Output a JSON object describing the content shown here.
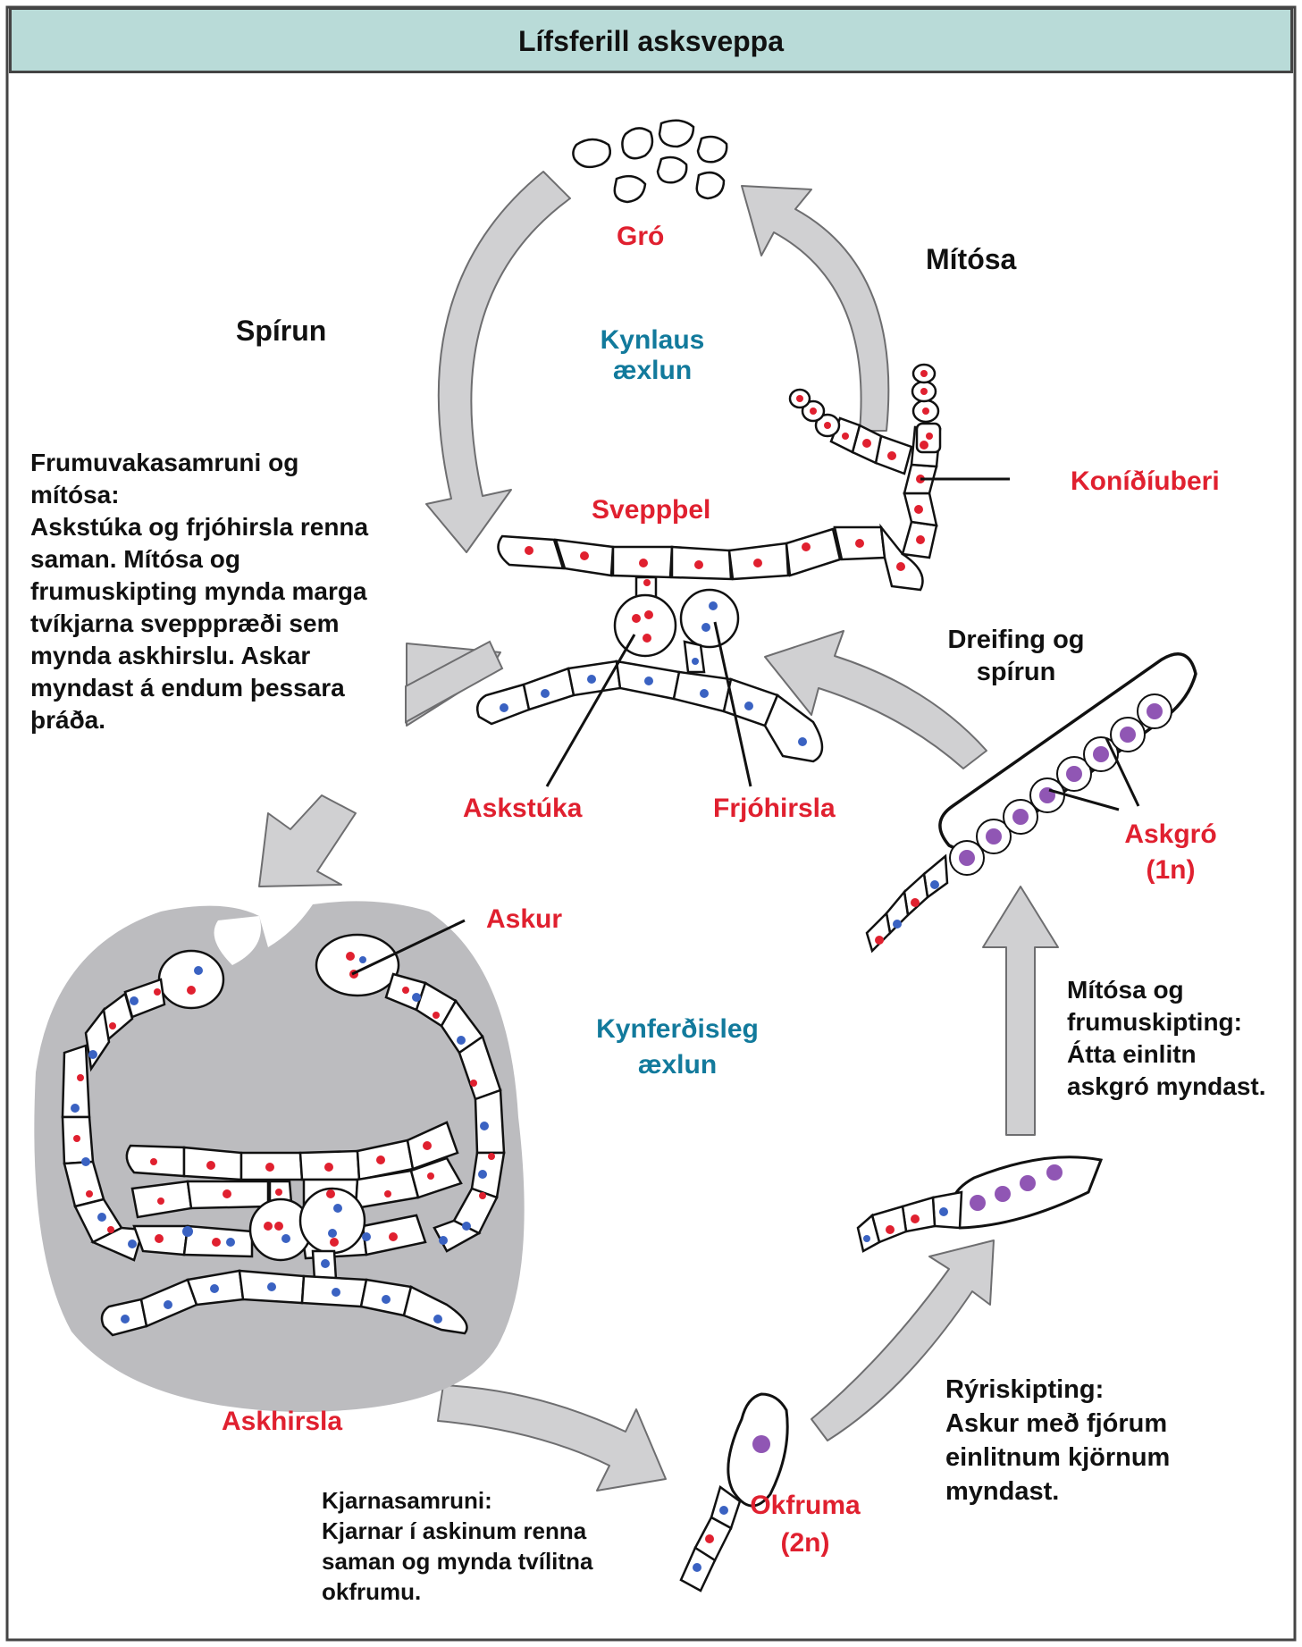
{
  "title": "Lífsferill asksveppa",
  "labels": {
    "gro": "Gró",
    "mitosa": "Mítósa",
    "spirun": "Spírun",
    "kynlaus_1": "Kynlaus",
    "kynlaus_2": "æxlun",
    "svepppel": "Sveppþel",
    "konidiuberi": "Koníðíuberi",
    "askstuka": "Askstúka",
    "frjohirsla": "Frjóhirsla",
    "dreifing_1": "Dreifing og",
    "dreifing_2": "spírun",
    "askgro_1": "Askgró",
    "askgro_2": "(1n)",
    "askur": "Askur",
    "kynferdisleg_1": "Kynferðisleg",
    "kynferdisleg_2": "æxlun",
    "askhirsla": "Askhirsla",
    "okfruma_1": "Okfruma",
    "okfruma_2": "(2n)"
  },
  "descriptions": {
    "frumuvaka": [
      "Frumuvakasamruni og",
      "mítósa:",
      "Askstúka og frjóhirsla renna",
      "saman. Mítósa og",
      "frumuskipting mynda marga",
      "tvíkjarna svepppræði sem",
      "mynda askhirslu. Askar",
      "myndast á endum þessara",
      "þráða."
    ],
    "mitosa_frumuskipting": [
      "Mítósa og",
      "frumuskipting:",
      "Átta einlitn",
      "askgró myndast."
    ],
    "ryriskipting": [
      "Rýriskipting:",
      "Askur með fjórum",
      "einlitnum kjörnum",
      "myndast."
    ],
    "kjarnasamruni": [
      "Kjarnasamruni:",
      "Kjarnar í askinum renna",
      "saman og mynda tvílitna",
      "okfrumu."
    ]
  },
  "colors": {
    "title_bg": "#b9dbd8",
    "label_red": "#e0202f",
    "label_blue": "#127a9c",
    "arrow_fill": "#d0d0d2",
    "nucleus_red": "#e0202f",
    "nucleus_blue": "#3a62c2",
    "nucleus_purple": "#9056b4",
    "askhirsla_bg": "#bcbcbf"
  }
}
